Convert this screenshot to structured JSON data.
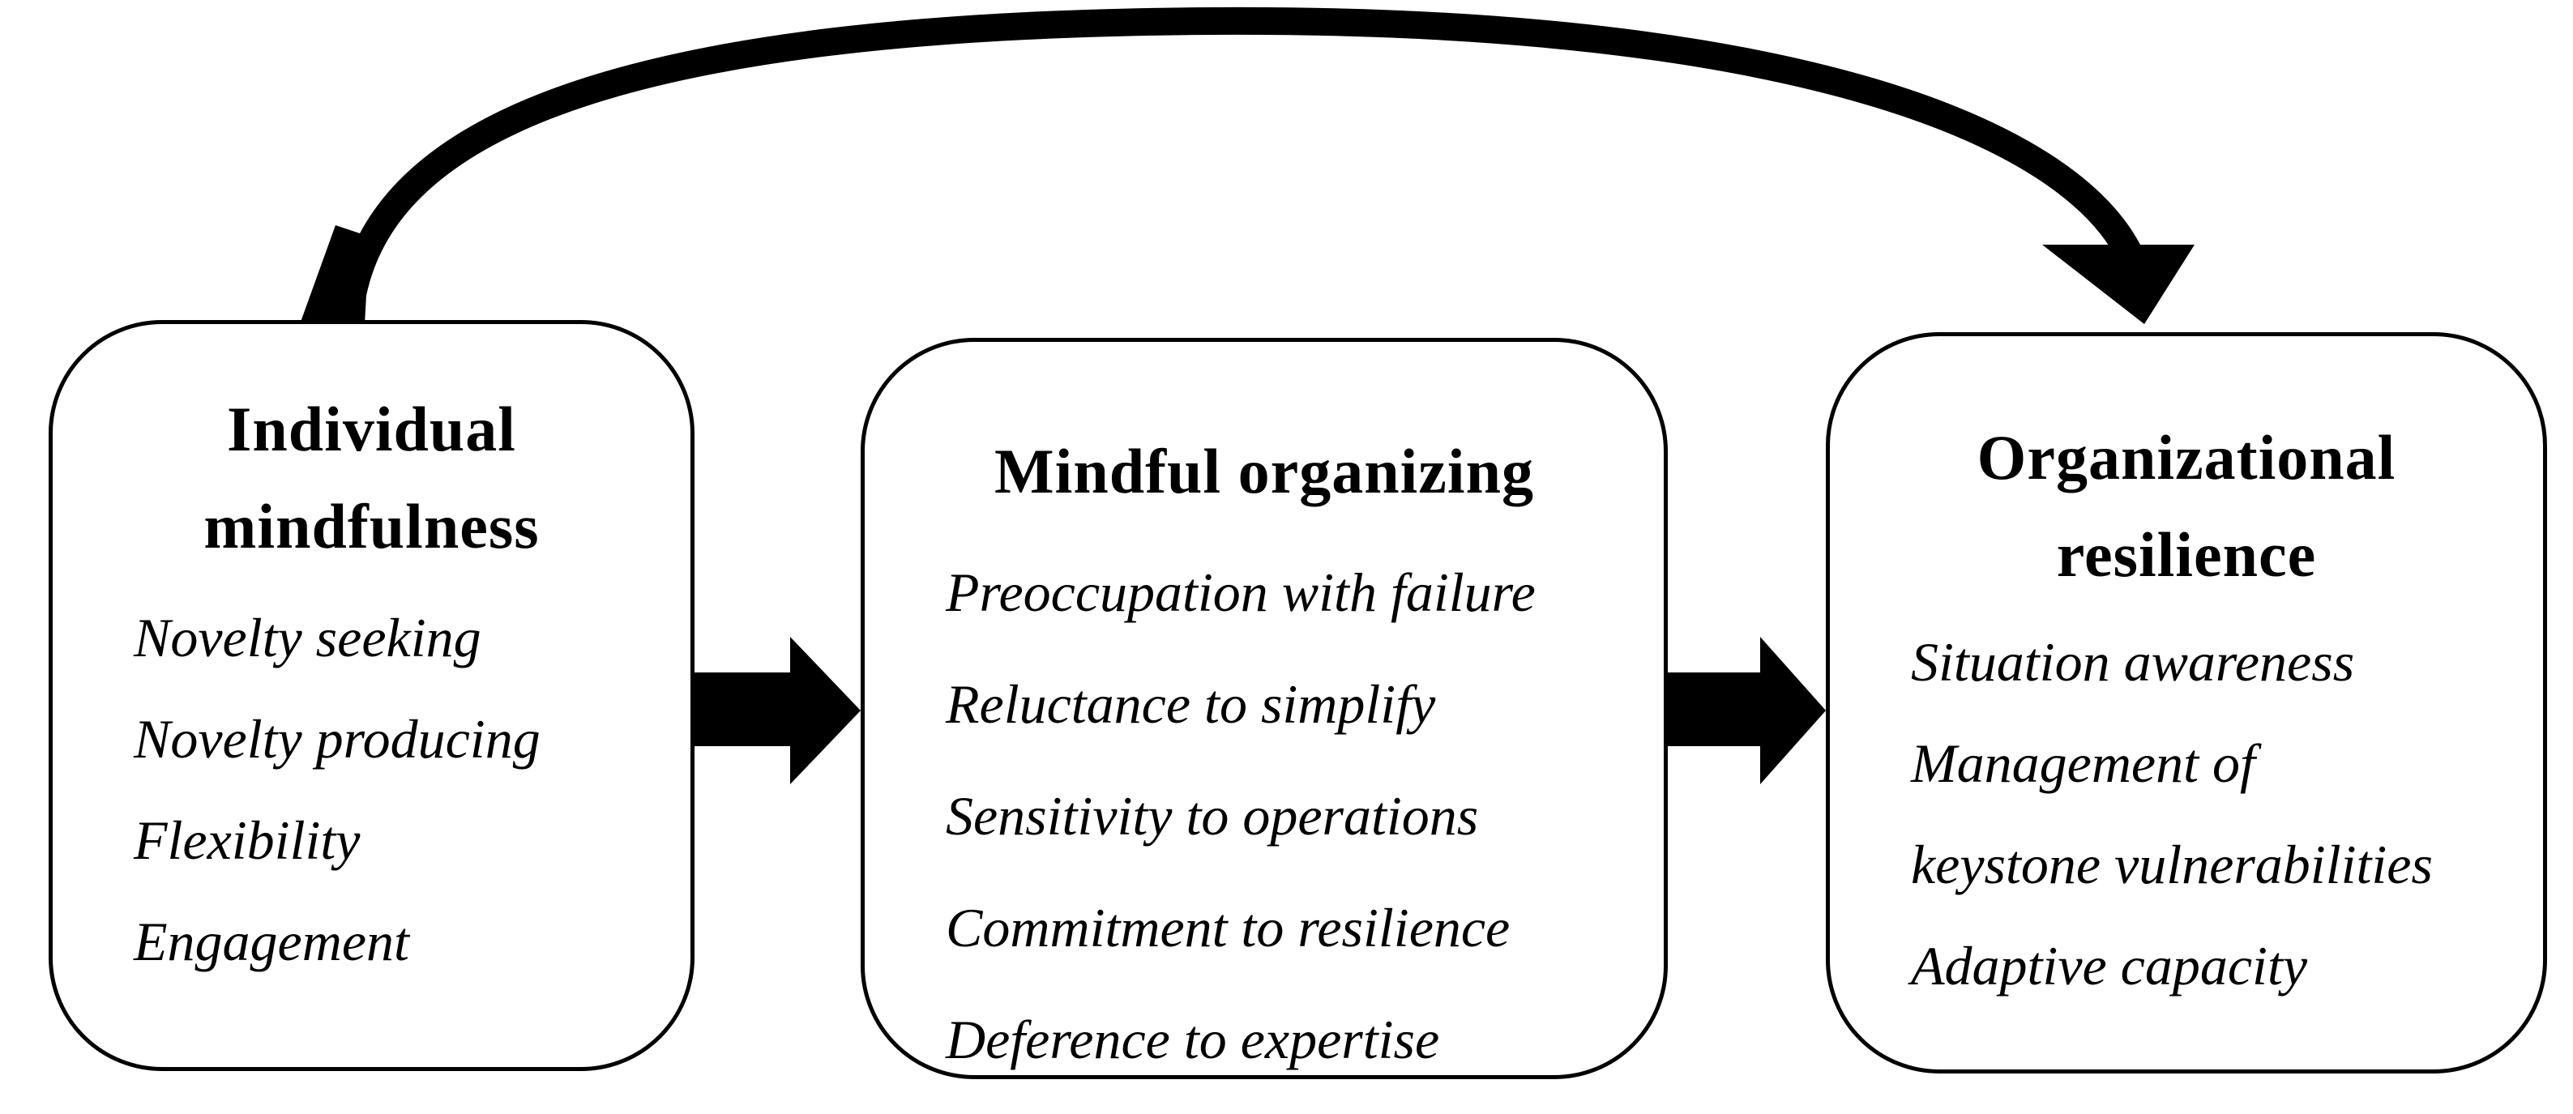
{
  "colors": {
    "ink": "#000000",
    "background": "#ffffff"
  },
  "boxes": [
    {
      "name": "individual-mindfulness",
      "title_lines": [
        "Individual",
        "mindfulness"
      ],
      "items": [
        "Novelty seeking",
        "Novelty producing",
        "Flexibility",
        "Engagement"
      ]
    },
    {
      "name": "mindful-organizing",
      "title_lines": [
        "Mindful organizing"
      ],
      "items": [
        "Preoccupation with failure",
        "Reluctance to simplify",
        "Sensitivity to operations",
        "Commitment to resilience",
        "Deference to expertise"
      ]
    },
    {
      "name": "organizational-resilience",
      "title_lines": [
        "Organizational",
        "resilience"
      ],
      "items": [
        "Situation awareness",
        "Management of",
        "keystone vulnerabilities",
        "Adaptive capacity"
      ]
    }
  ],
  "arrows": [
    {
      "name": "arrow-individual-to-mindful",
      "type": "block-right",
      "from": "individual-mindfulness",
      "to": "mindful-organizing"
    },
    {
      "name": "arrow-mindful-to-organizational",
      "type": "block-right",
      "from": "mindful-organizing",
      "to": "organizational-resilience"
    },
    {
      "name": "arrow-feedback-arc",
      "type": "curved-arc",
      "from": "individual-mindfulness",
      "to": "organizational-resilience"
    }
  ]
}
